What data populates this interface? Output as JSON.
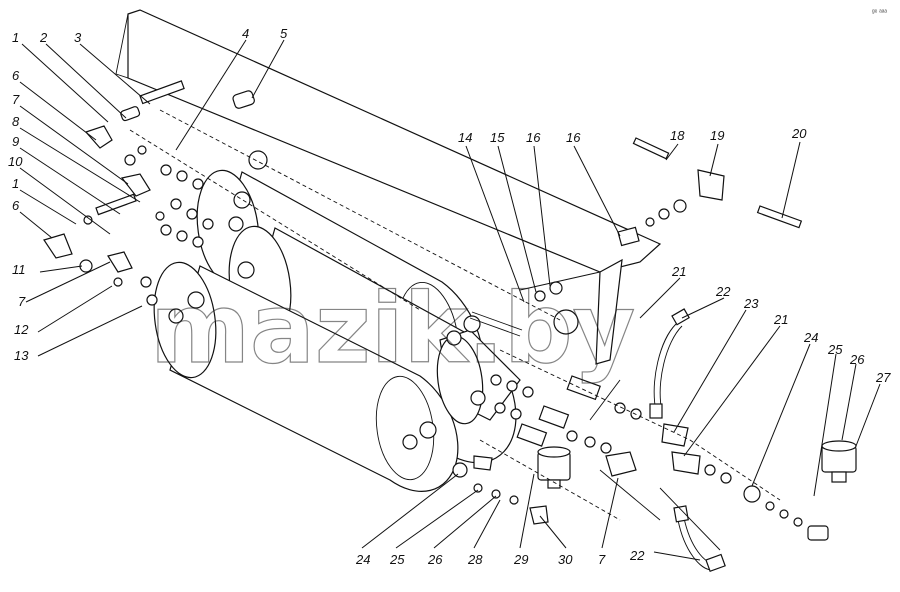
{
  "watermark": "mazik.by",
  "corner_mark": "ᵍᵉ ᵃᵃᵃ",
  "callouts": {
    "c1a": "1",
    "c2": "2",
    "c3": "3",
    "c4": "4",
    "c5": "5",
    "c6a": "6",
    "c7a": "7",
    "c8": "8",
    "c9": "9",
    "c10": "10",
    "c1b": "1",
    "c6b": "6",
    "c11": "11",
    "c7b": "7",
    "c12": "12",
    "c13": "13",
    "c14": "14",
    "c15": "15",
    "c16a": "16",
    "c16b": "16",
    "c18": "18",
    "c19": "19",
    "c20": "20",
    "c21a": "21",
    "c22a": "22",
    "c23": "23",
    "c21b": "21",
    "c24a": "24",
    "c25a": "25",
    "c26a": "26",
    "c27": "27",
    "c24b": "24",
    "c25b": "25",
    "c26b": "26",
    "c28": "28",
    "c29": "29",
    "c30": "30",
    "c7c": "7",
    "c22b": "22"
  }
}
